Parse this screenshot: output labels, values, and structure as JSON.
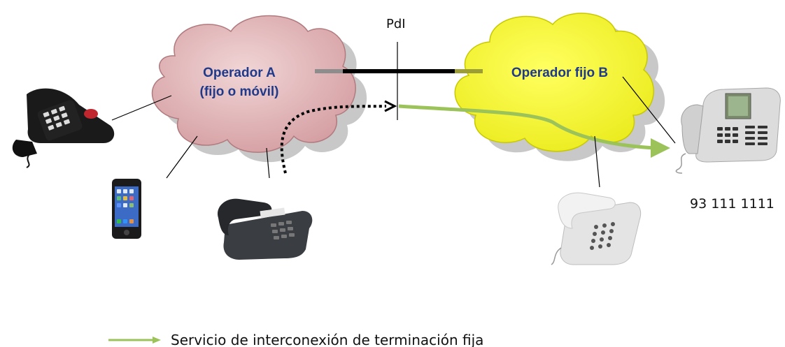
{
  "pdi_label": "PdI",
  "operator_a": {
    "line1": "Operador A",
    "line2": "(fijo o móvil)",
    "cloud_color": "#d9a7aa"
  },
  "operator_b": {
    "line1": "Operador fijo B",
    "cloud_color": "#f2f230"
  },
  "phone_number": "93 111 1111",
  "legend": {
    "text": "Servicio de interconexión de terminación fija",
    "arrow_color": "#9bc35a"
  },
  "icons": {
    "phone_top_left": "desk-phone-black-icon",
    "mobile": "smartphone-icon",
    "phone_bottom_left": "desk-phone-dark-icon",
    "phone_bottom_right": "desk-phone-white-icon",
    "phone_right": "office-phone-icon"
  }
}
